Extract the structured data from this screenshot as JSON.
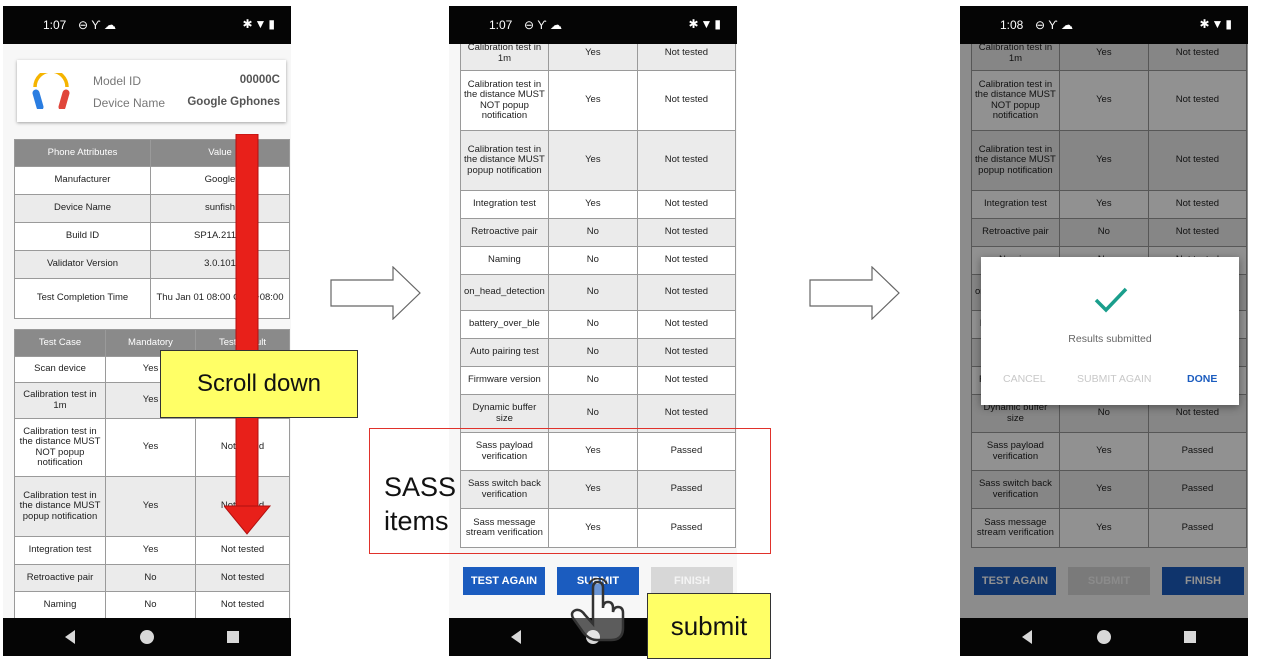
{
  "panel1": {
    "status": {
      "time": "1:07",
      "icons": "⊖ Ƴ ☁",
      "right_icons": "✱▼▮"
    },
    "card": {
      "model_label": "Model ID",
      "model_value": "00000C",
      "device_label": "Device Name",
      "device_value": "Google Gphones"
    },
    "attr_header": [
      "Phone Attributes",
      "Value"
    ],
    "attrs": [
      [
        "Manufacturer",
        "Google"
      ],
      [
        "Device Name",
        "sunfish"
      ],
      [
        "Build ID",
        "SP1A.21110"
      ],
      [
        "Validator Version",
        "3.0.101"
      ],
      [
        "Test Completion Time",
        "Thu Jan 01 08:00 GMT+08:00"
      ]
    ],
    "case_header": [
      "Test Case",
      "Mandatory",
      "Test Result"
    ],
    "cases": [
      [
        "Scan device",
        "Yes",
        ""
      ],
      [
        "Calibration test in 1m",
        "Yes",
        ""
      ],
      [
        "Calibration test in the distance MUST NOT popup notification",
        "Yes",
        "Not tested"
      ],
      [
        "Calibration test in the distance MUST popup notification",
        "Yes",
        "Not tested"
      ],
      [
        "Integration test",
        "Yes",
        "Not tested"
      ],
      [
        "Retroactive pair",
        "No",
        "Not tested"
      ],
      [
        "Naming",
        "No",
        "Not tested"
      ]
    ],
    "callout": "Scroll down"
  },
  "panel2": {
    "status": {
      "time": "1:07",
      "icons": "⊖ Ƴ ☁",
      "right_icons": "✱▼▮"
    },
    "rows": [
      [
        "Calibration test in 1m",
        "Yes",
        "Not tested"
      ],
      [
        "Calibration test in the distance MUST NOT popup notification",
        "Yes",
        "Not tested"
      ],
      [
        "Calibration test in the distance MUST popup notification",
        "Yes",
        "Not tested"
      ],
      [
        "Integration test",
        "Yes",
        "Not tested"
      ],
      [
        "Retroactive pair",
        "No",
        "Not tested"
      ],
      [
        "Naming",
        "No",
        "Not tested"
      ],
      [
        "on_head_detection",
        "No",
        "Not tested"
      ],
      [
        "battery_over_ble",
        "No",
        "Not tested"
      ],
      [
        "Auto pairing test",
        "No",
        "Not tested"
      ],
      [
        "Firmware version",
        "No",
        "Not tested"
      ],
      [
        "Dynamic buffer size",
        "No",
        "Not tested"
      ],
      [
        "Sass payload verification",
        "Yes",
        "Passed"
      ],
      [
        "Sass switch back verification",
        "Yes",
        "Passed"
      ],
      [
        "Sass message stream verification",
        "Yes",
        "Passed"
      ]
    ],
    "buttons": {
      "test_again": "TEST AGAIN",
      "submit": "SUBMIT",
      "finish": "FINISH"
    },
    "sass_label": "SASS items",
    "submit_callout": "submit"
  },
  "panel3": {
    "status": {
      "time": "1:08",
      "icons": "⊖ Ƴ ☁",
      "right_icons": "✱▼▮"
    },
    "dialog": {
      "message": "Results submitted",
      "cancel": "CANCEL",
      "submit_again": "SUBMIT AGAIN",
      "done": "DONE"
    },
    "buttons": {
      "test_again": "TEST AGAIN",
      "submit": "SUBMIT",
      "finish": "FINISH"
    }
  },
  "colors": {
    "accent_blue": "#1b5cbf",
    "check_teal": "#1a9e8c",
    "callout_yellow": "#ffff66",
    "red_arrow": "#e8201a"
  }
}
